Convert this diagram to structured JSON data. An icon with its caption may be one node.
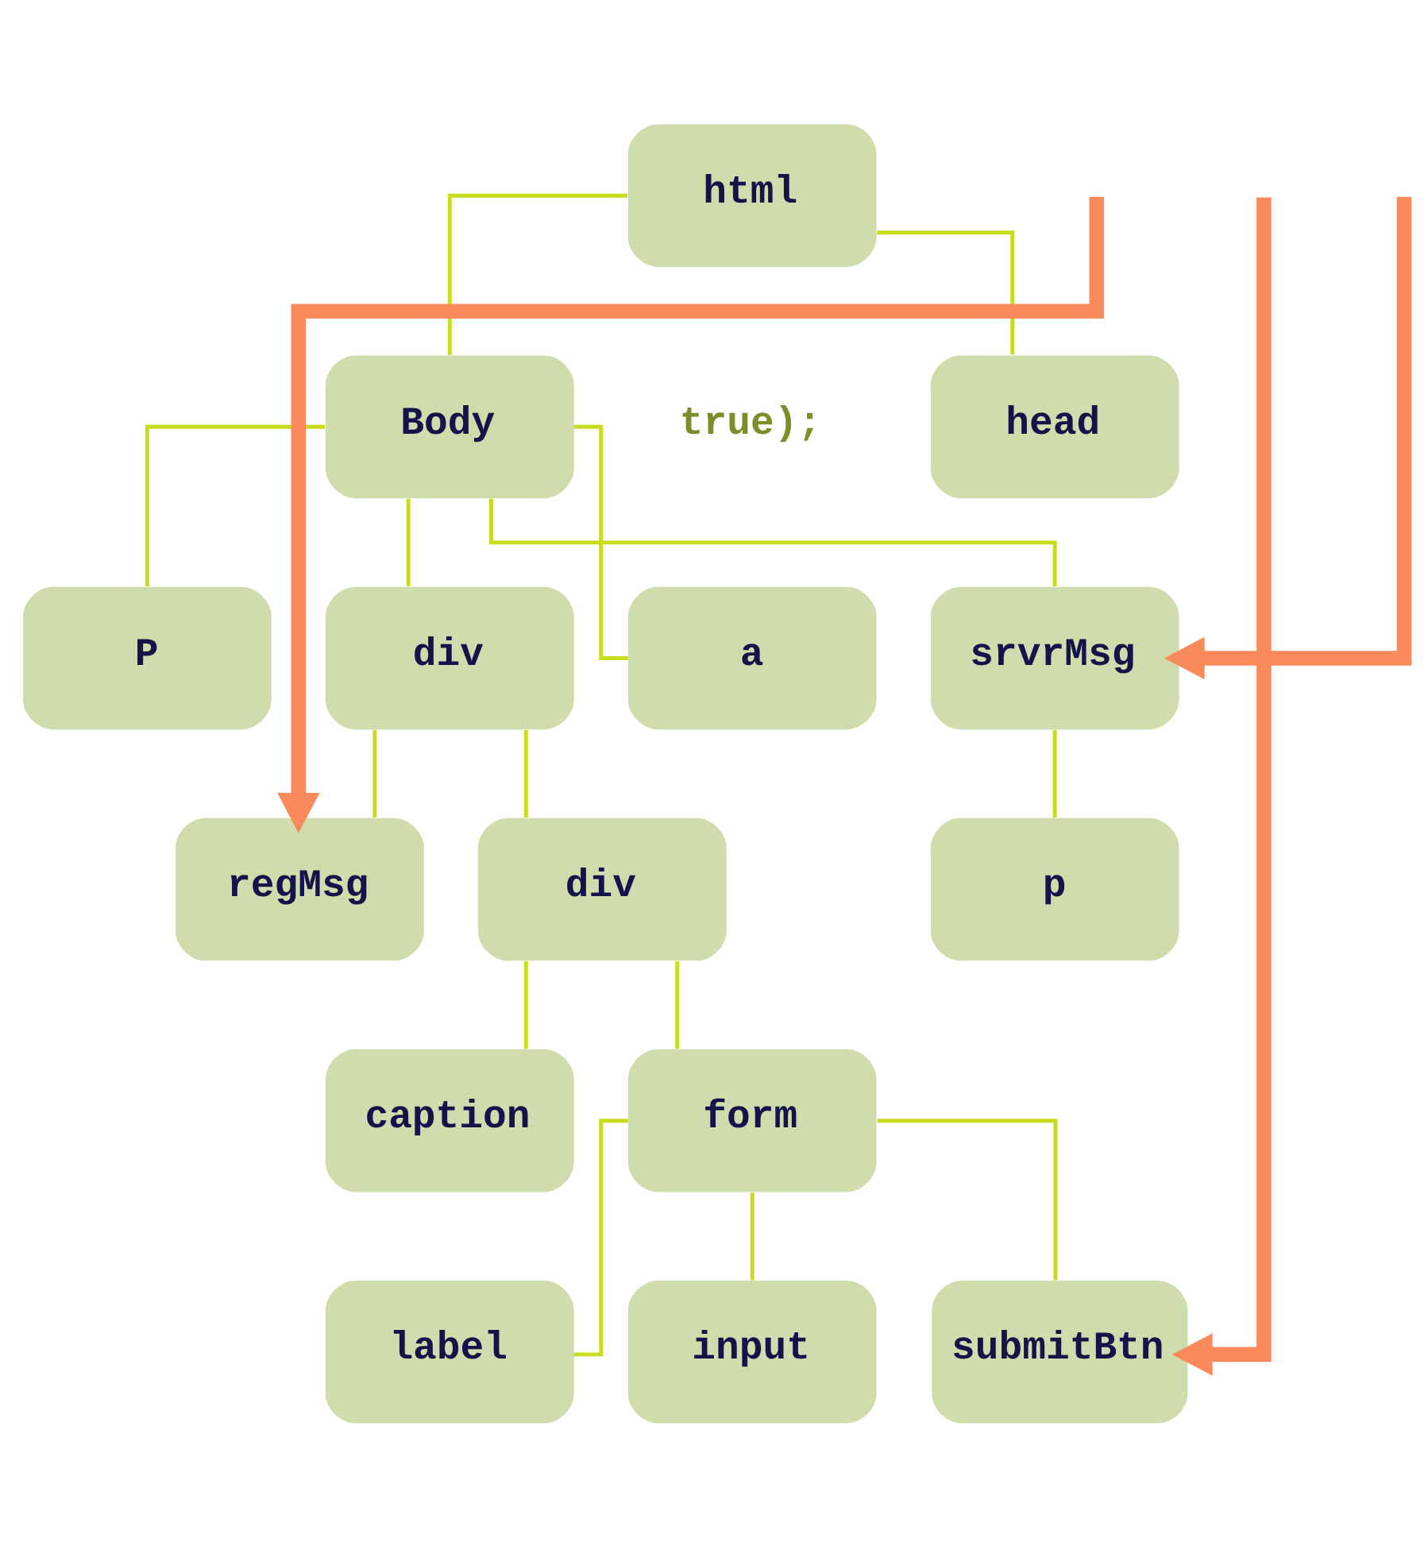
{
  "diagram": {
    "nodes": [
      {
        "text": [
          "html"
        ]
      },
      {
        "text": [
          "head"
        ]
      },
      {
        "text": [
          "Body"
        ]
      },
      {
        "text": [
          "P"
        ]
      },
      {
        "text": [
          "div"
        ]
      },
      {
        "text": [
          "a"
        ]
      },
      {
        "text": [
          "srvrMsg"
        ]
      },
      {
        "text": [
          "regMsg"
        ]
      },
      {
        "text": [
          "div"
        ]
      },
      {
        "text": [
          "p"
        ]
      },
      {
        "text": [
          "caption"
        ]
      },
      {
        "text": [
          "form"
        ]
      },
      {
        "text": [
          "label"
        ]
      },
      {
        "text": [
          "input"
        ]
      },
      {
        "text": [
          "submitBtn"
        ]
      }
    ],
    "edges": [
      {
        "from": 0,
        "to": 1,
        "arrow": "none"
      },
      {
        "from": 0,
        "to": 2,
        "arrow": "none"
      },
      {
        "from": 2,
        "to": 3,
        "arrow": "none"
      },
      {
        "from": 2,
        "to": 4,
        "arrow": "none"
      },
      {
        "from": 2,
        "to": 5,
        "arrow": "none"
      },
      {
        "from": 2,
        "to": 6,
        "arrow": "none"
      },
      {
        "from": 4,
        "to": 7,
        "arrow": "none"
      },
      {
        "from": 4,
        "to": 8,
        "arrow": "none"
      },
      {
        "from": 6,
        "to": 9,
        "arrow": "none"
      },
      {
        "from": 8,
        "to": 10,
        "arrow": "none"
      },
      {
        "from": 8,
        "to": 11,
        "arrow": "none"
      },
      {
        "from": 11,
        "to": 12,
        "arrow": "none"
      },
      {
        "from": 11,
        "to": 13,
        "arrow": "none"
      },
      {
        "from": 11,
        "to": 14,
        "arrow": "none"
      },
      {
        "from": null,
        "to": 6,
        "arrow": "to",
        "style": "thick",
        "color": "#f98a5c"
      },
      {
        "from": null,
        "to": 7,
        "arrow": "to",
        "style": "thick",
        "color": "#f98a5c"
      },
      {
        "from": null,
        "to": 14,
        "arrow": "to",
        "style": "thick",
        "color": "#f98a5c"
      }
    ],
    "labels": [
      "true);"
    ]
  }
}
